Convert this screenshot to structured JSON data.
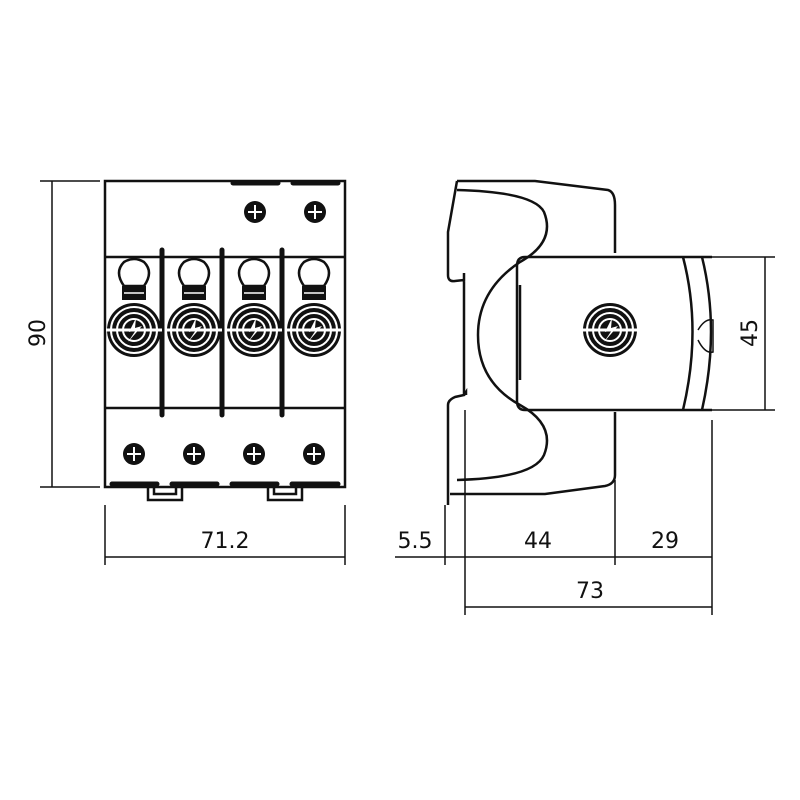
{
  "drawing": {
    "front_view": {
      "width_label": "71.2",
      "height_label": "90",
      "poles": 4
    },
    "side_view": {
      "window_height_label": "45",
      "rail_offset_label": "5.5",
      "body_depth_label": "44",
      "front_depth_label": "29",
      "total_depth_label": "73"
    }
  }
}
